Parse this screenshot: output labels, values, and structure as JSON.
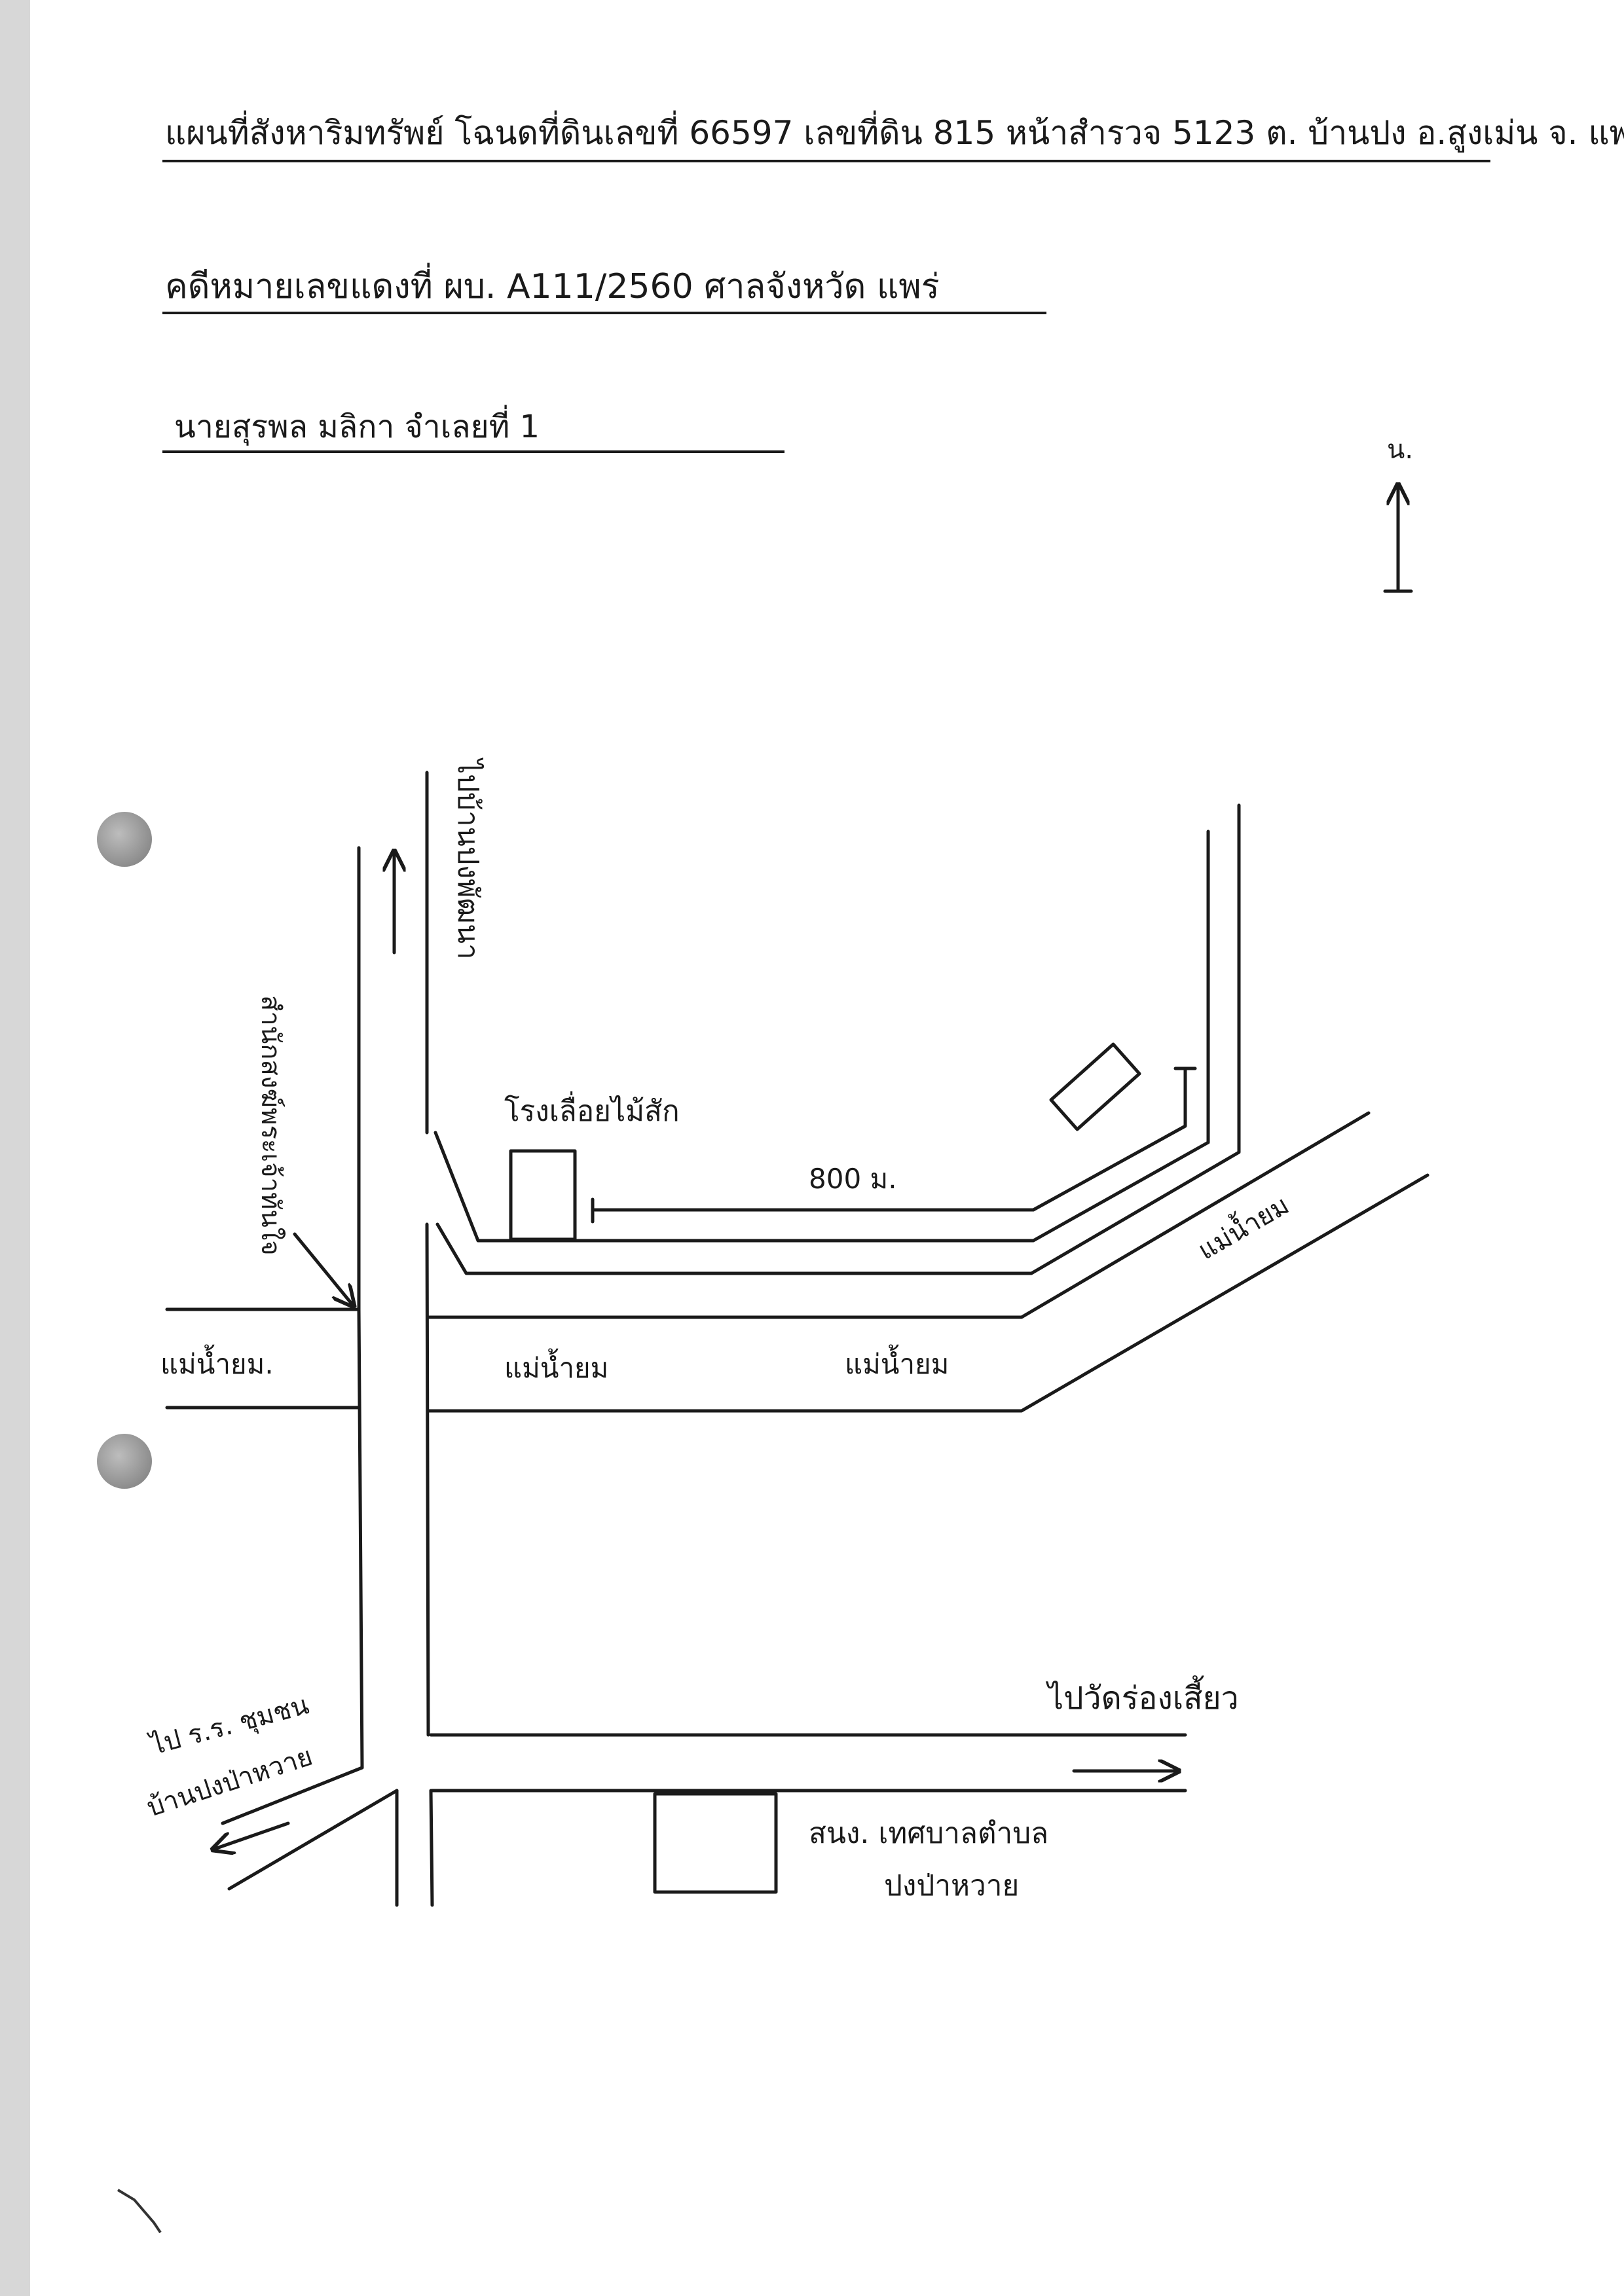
{
  "header": {
    "line1": "แผนที่สังหาริมทรัพย์ โฉนดที่ดินเลขที่ 66597 เลขที่ดิน 815 หน้าสำรวจ 5123 ต. บ้านปง อ.สูงเม่น จ. แพร่",
    "line2": "คดีหมายเลขแดงที่ ผบ. A111/2560 ศาลจังหวัด แพร่",
    "line3": "นายสุรพล มลิกา จำเลยที่ 1"
  },
  "compass": {
    "label": "น."
  },
  "labels": {
    "road_north": "ไปบ้านปงพัฒนา",
    "temple_arrow": "สำนักสงฆ์พระเจ้าทันใจ",
    "sawmill": "โรงเลื่อยไม้สัก",
    "distance": "800 ม.",
    "river_left": "แม่น้ำยม.",
    "river_mid1": "แม่น้ำยม",
    "river_mid2": "แม่น้ำยม",
    "river_diag": "แม่น้ำยม",
    "road_sw_line1": "ไป ร.ร. ชุมชน",
    "road_sw_line2": "บ้านปงป่าหวาย",
    "road_east": "ไปวัดร่องเสี้ยว",
    "office_line1": "สนง. เทศบาลตำบล",
    "office_line2": "ปงป่าหวาย"
  },
  "colors": {
    "ink": "#1a1a1a",
    "gutter": "#d7d7d7"
  }
}
